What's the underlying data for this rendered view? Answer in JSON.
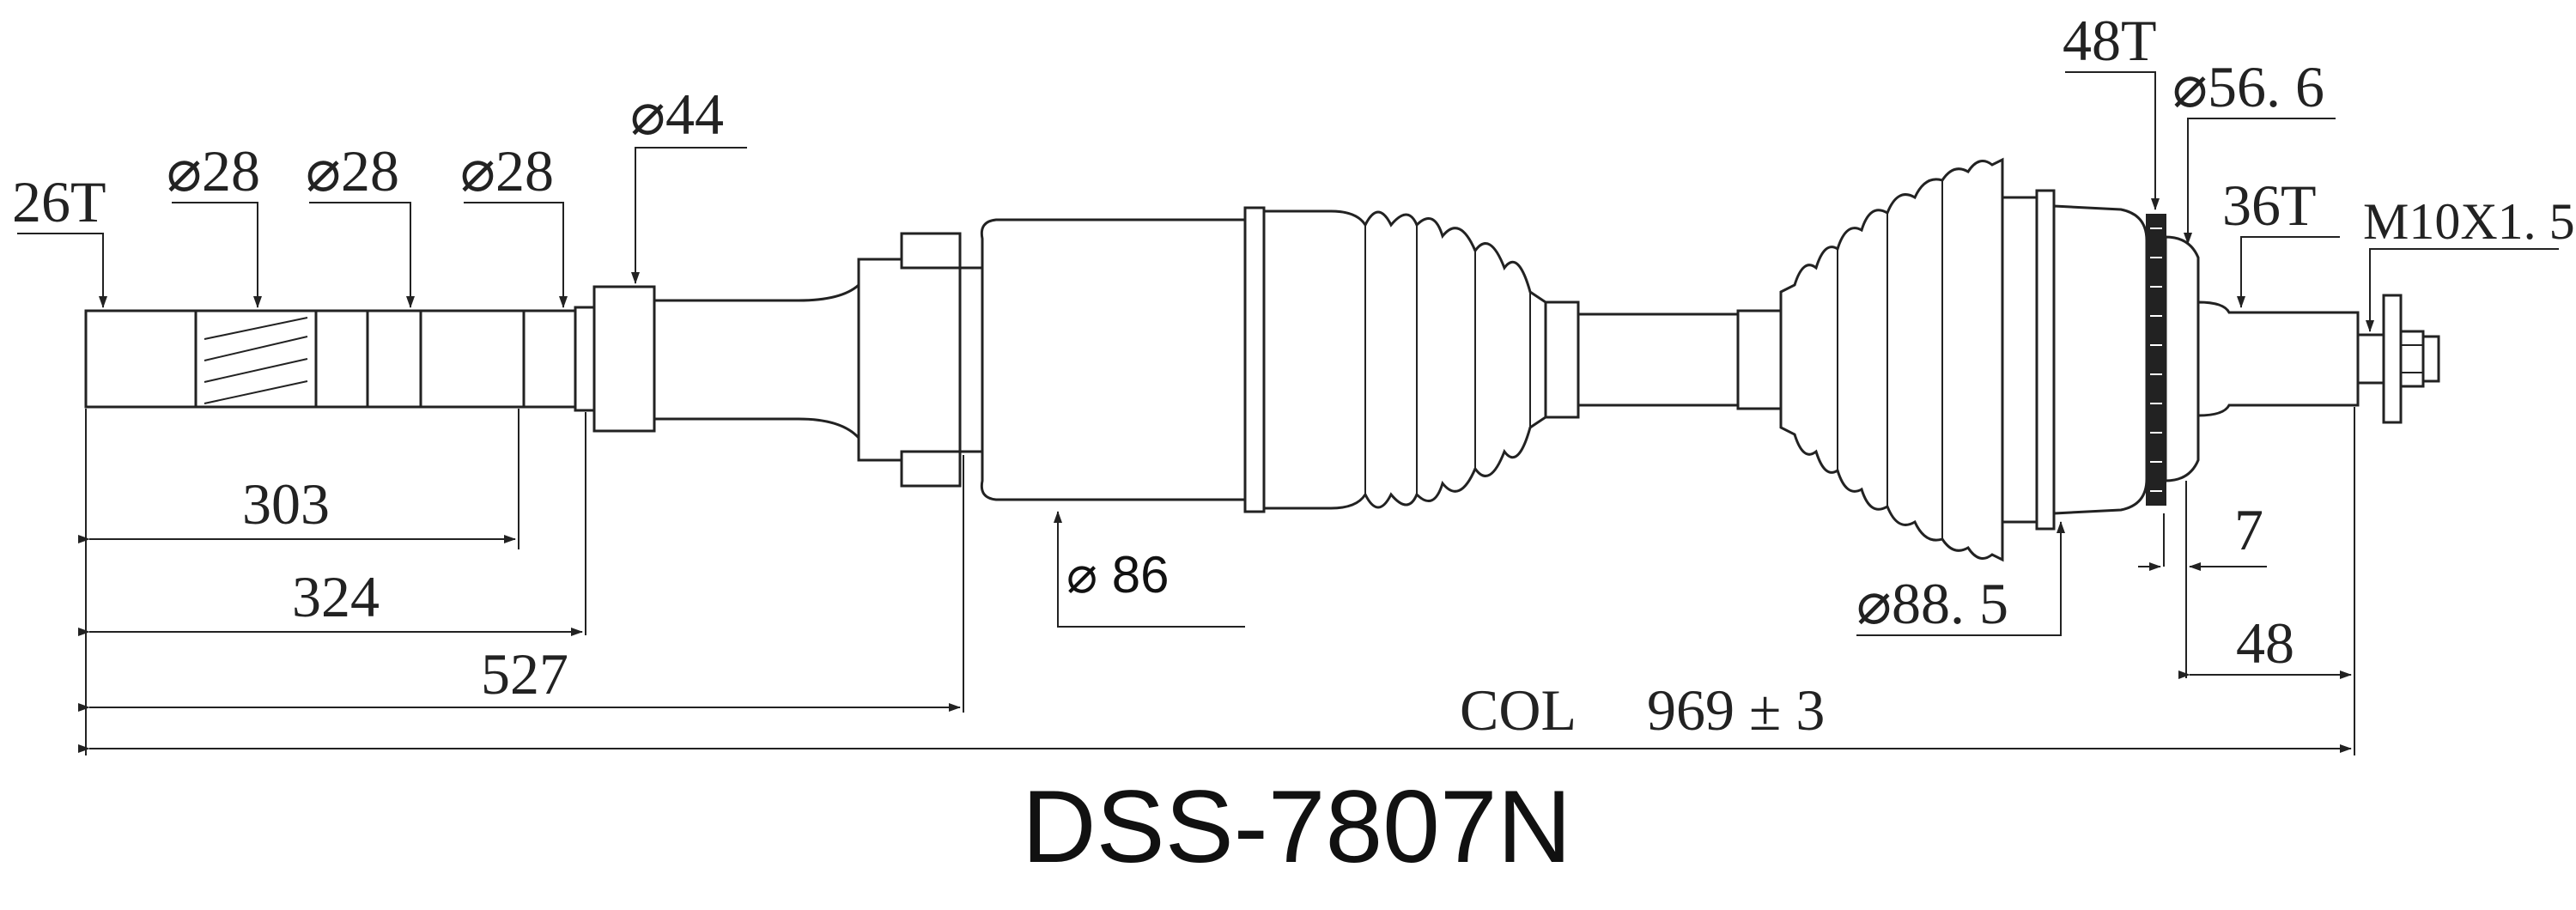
{
  "part_number": "DSS-7807N",
  "labels": {
    "teeth_inner": "26T",
    "dia_1": "⌀28",
    "dia_2": "⌀28",
    "dia_3": "⌀28",
    "dia_4": "⌀44",
    "dia_housing": "⌀ 86",
    "dia_boot_outer": "⌀88. 5",
    "abs_teeth": "48T",
    "dia_56": "⌀56. 6",
    "teeth_outer": "36T",
    "thread": "M10X1. 5",
    "dim_7": "7",
    "dim_48": "48"
  },
  "dimensions": {
    "len_303": "303",
    "len_324": "324",
    "len_527": "527",
    "col_label": "COL",
    "col_value": "969 ± 3"
  }
}
